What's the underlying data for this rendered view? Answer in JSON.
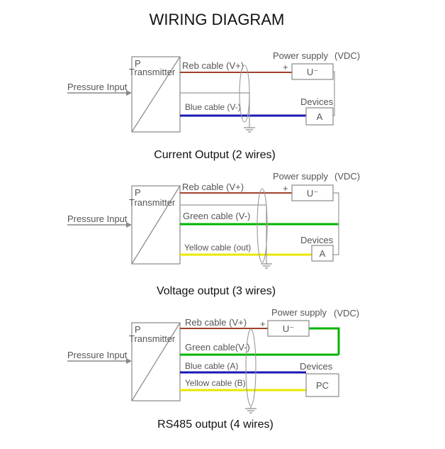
{
  "title": "WIRING DIAGRAM",
  "colors": {
    "red_wire": "#a0412d",
    "blue_wire": "#1919b4",
    "green_wire": "#00b400",
    "yellow_wire": "#e8e800",
    "line_gray": "#999999"
  },
  "common": {
    "pressure_input": "Pressure Input",
    "transmitter_p": "P",
    "transmitter_label": "Transmitter",
    "power_supply": "Power supply",
    "vdc": "(VDC)",
    "u_symbol": "U⁻",
    "plus": "+",
    "devices": "Devices"
  },
  "diagrams": [
    {
      "caption": "Current Output (2 wires)",
      "wires": [
        "Reb cable (V+)",
        "Blue cable (V-)"
      ],
      "device": "A"
    },
    {
      "caption": "Voltage output (3 wires)",
      "wires": [
        "Reb cable  (V+)",
        "Green cable (V-)",
        "Yellow cable (out)"
      ],
      "device": "A"
    },
    {
      "caption": "RS485 output (4 wires)",
      "wires": [
        "Reb cable (V+)",
        "Green cable(V-)",
        "Blue cable (A)",
        "Yellow cable (B)"
      ],
      "device": "PC"
    }
  ]
}
